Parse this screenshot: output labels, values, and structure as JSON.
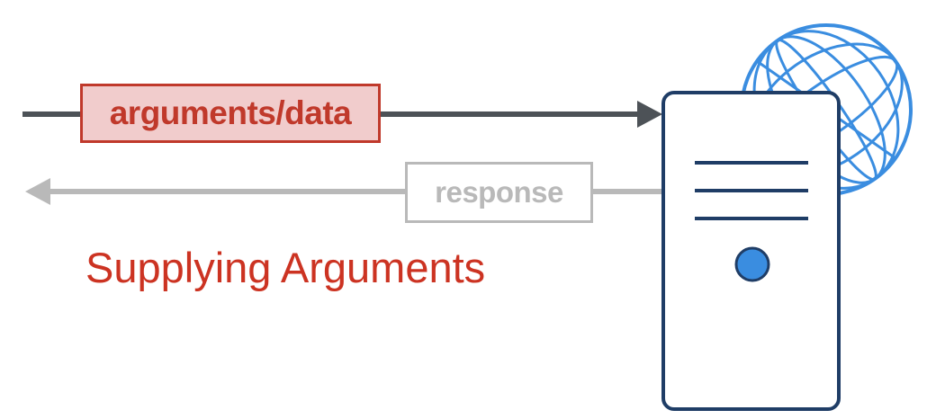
{
  "diagram": {
    "request_label": "arguments/data",
    "response_label": "response",
    "caption": "Supplying Arguments"
  },
  "icons": {
    "server": "server-icon",
    "globe": "globe-icon",
    "status_light": "status-dot-icon"
  },
  "colors": {
    "request_arrow": "#4d5257",
    "request_border": "#c0392b",
    "request_fill": "#f1cccc",
    "response_arrow": "#b9b9b9",
    "caption": "#cc3322",
    "server_outline": "#1f3d66",
    "globe": "#3a8de0"
  }
}
